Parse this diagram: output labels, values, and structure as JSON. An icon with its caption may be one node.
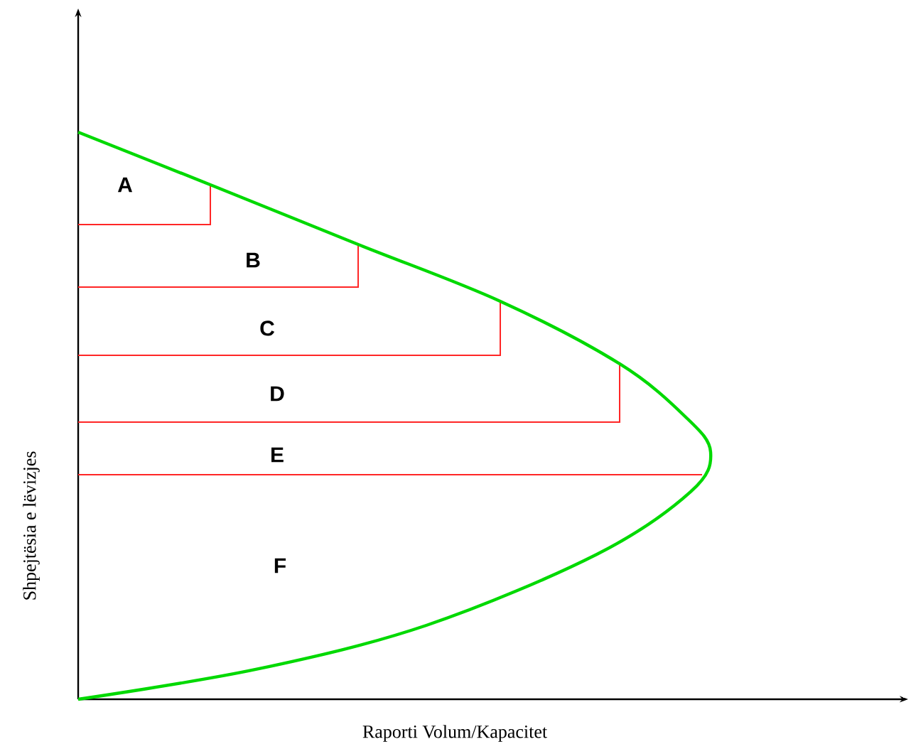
{
  "diagram": {
    "labels": [
      "A",
      "B",
      "C",
      "D",
      "E",
      "F",
      "Shpejtësia e lëvizjes",
      "Raporti Volum/Kapacitet"
    ]
  }
}
